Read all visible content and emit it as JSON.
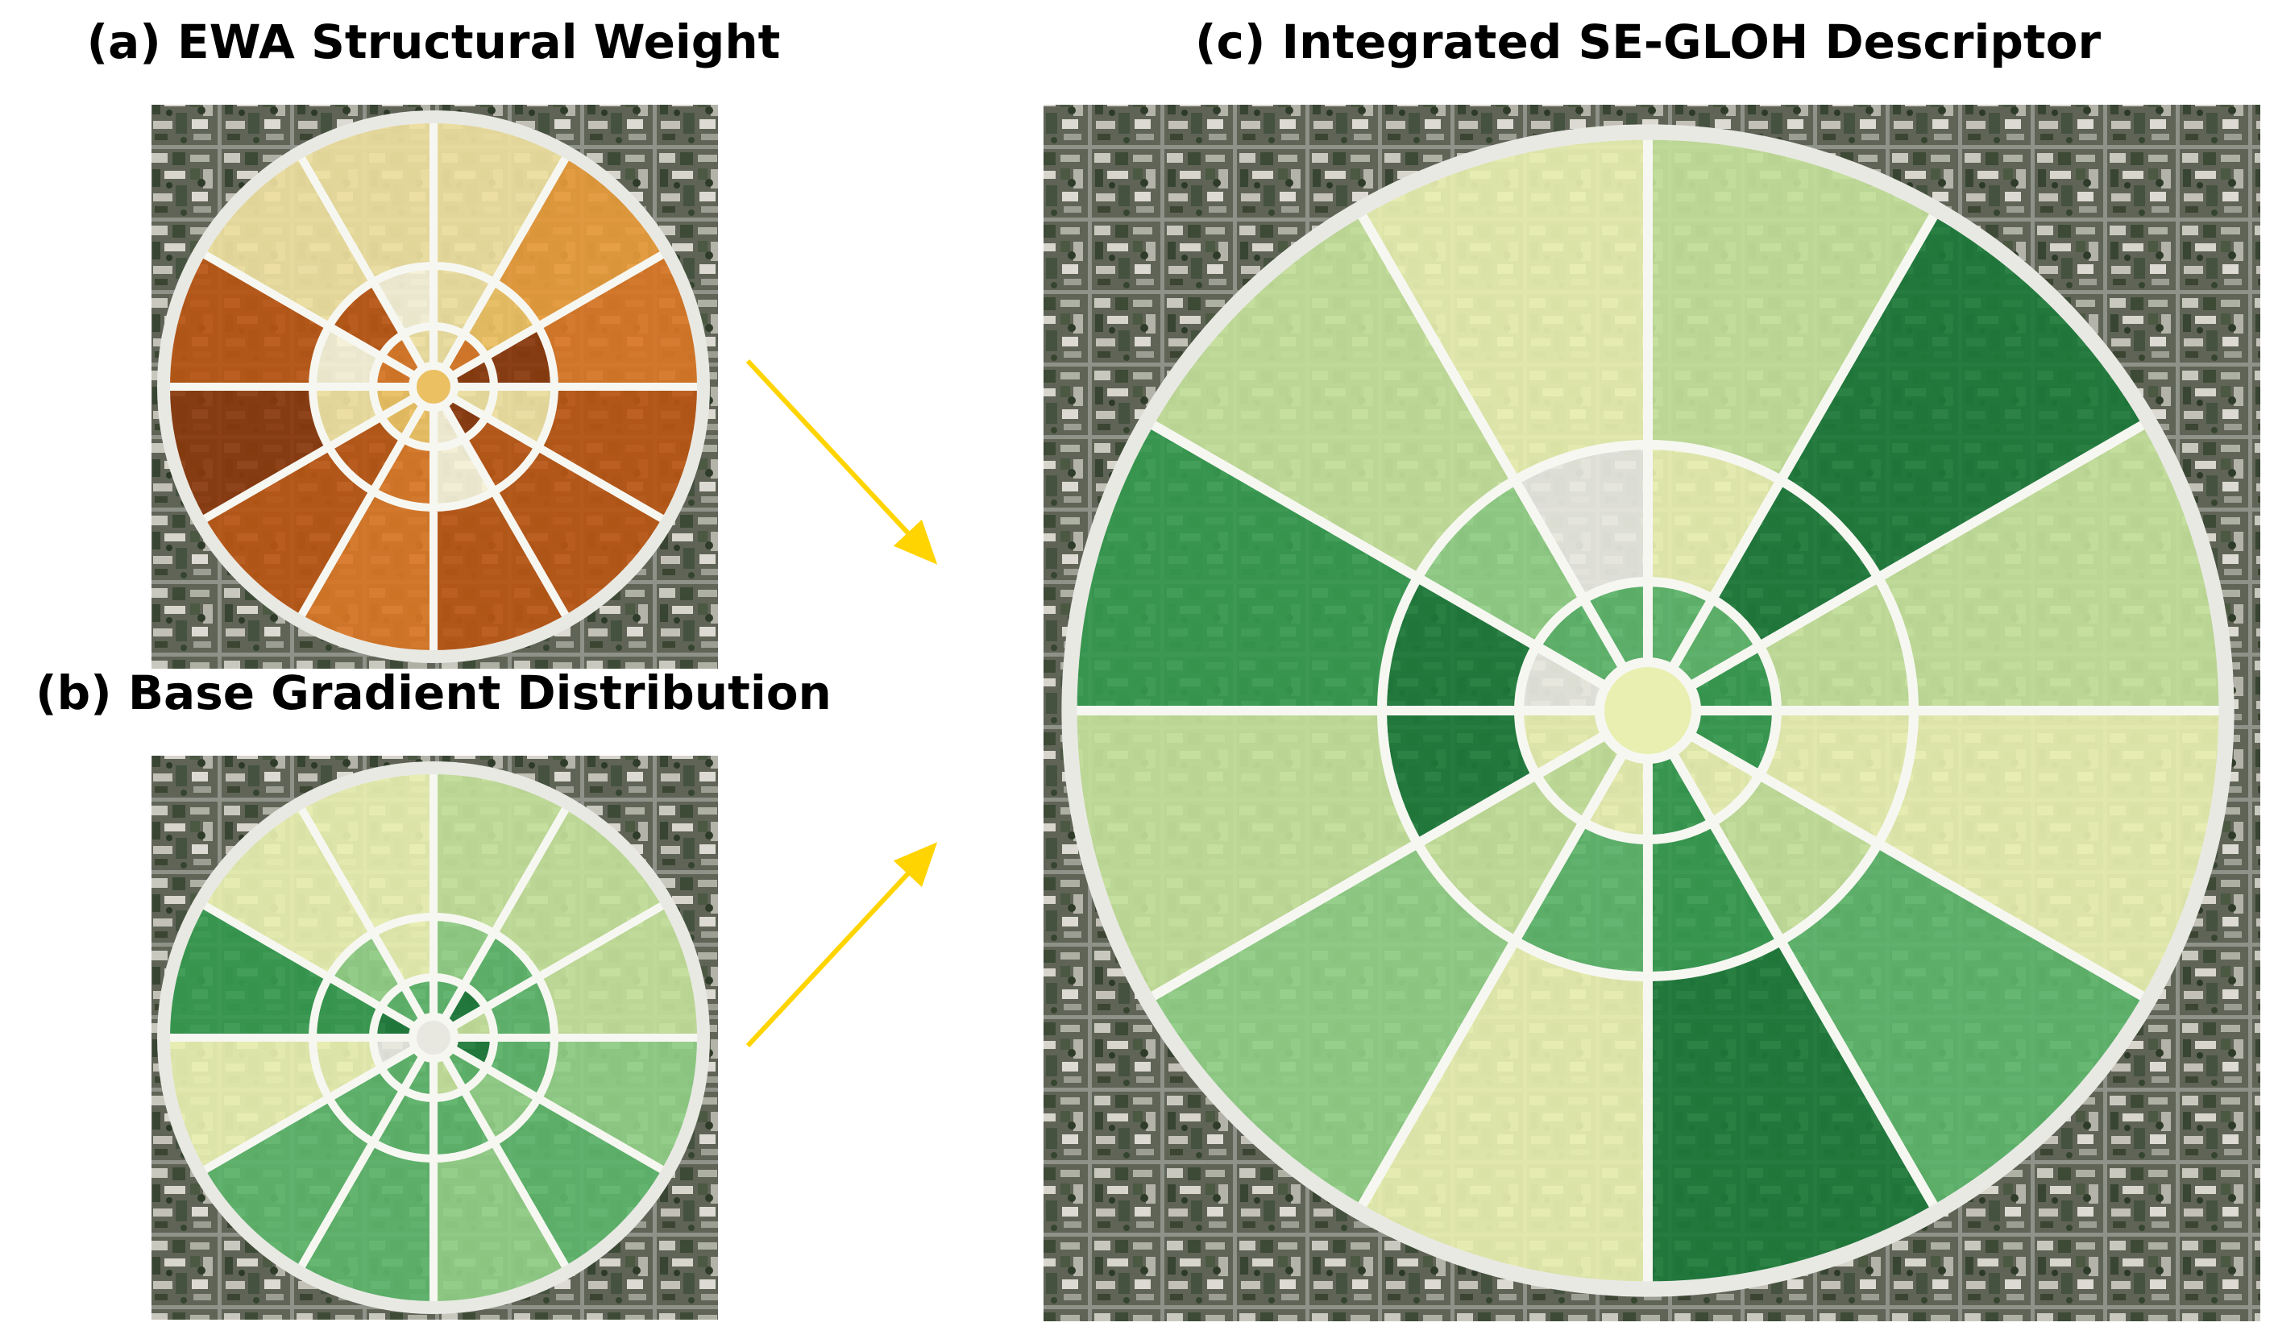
{
  "panels": {
    "a": {
      "title": "(a) EWA Structural Weight",
      "palette": "orange",
      "center_level": 0.3,
      "rings": [
        [
          0.92,
          0.55,
          0.12,
          0.1,
          0.55,
          0.62,
          0.25,
          0.28,
          0.3,
          0.05,
          0.8,
          0.1
        ],
        [
          0.8,
          0.25,
          0.1,
          0.05,
          0.7,
          0.05,
          0.1,
          0.7,
          0.6,
          0.05,
          0.65,
          0.1
        ],
        [
          0.55,
          0.4,
          0.1,
          0.1,
          0.1,
          0.7,
          0.85,
          0.7,
          0.55,
          0.75,
          0.65,
          0.7
        ]
      ]
    },
    "b": {
      "title": "(b) Base Gradient Distribution",
      "palette": "green",
      "center_level": 0.05,
      "rings": [
        [
          0.35,
          0.82,
          0.55,
          0.55,
          0.55,
          0.8,
          0.05,
          0.6,
          0.55,
          0.35,
          0.55,
          0.85
        ],
        [
          0.55,
          0.6,
          0.4,
          0.2,
          0.45,
          0.7,
          0.1,
          0.55,
          0.55,
          0.6,
          0.45,
          0.55
        ],
        [
          0.25,
          0.35,
          0.3,
          0.15,
          0.2,
          0.65,
          0.1,
          0.55,
          0.55,
          0.45,
          0.5,
          0.4
        ]
      ]
    },
    "c": {
      "title": "(c) Integrated SE-GLOH Descriptor",
      "palette": "green",
      "center_level": 0.15,
      "rings": [
        [
          0.65,
          0.6,
          0.62,
          0.62,
          0.6,
          0.05,
          0.2,
          0.28,
          0.1,
          0.7,
          0.1,
          0.72
        ],
        [
          0.25,
          0.85,
          0.15,
          0.05,
          0.45,
          0.85,
          0.88,
          0.35,
          0.5,
          0.75,
          0.35,
          0.2
        ],
        [
          0.3,
          0.85,
          0.25,
          0.15,
          0.35,
          0.7,
          0.35,
          0.45,
          0.15,
          0.85,
          0.55,
          0.2
        ]
      ]
    }
  },
  "arrow_color": "#ffd400",
  "palettes": {
    "orange": [
      "#f6f2d8",
      "#eee0a0",
      "#ebc062",
      "#e79a3a",
      "#d87625",
      "#b85614",
      "#8a380c",
      "#5a2810"
    ],
    "green": [
      "#e8e8e0",
      "#e8efb0",
      "#c3e09a",
      "#90ce85",
      "#5cb46a",
      "#35994e",
      "#1d7a3a",
      "#0b5528"
    ]
  }
}
